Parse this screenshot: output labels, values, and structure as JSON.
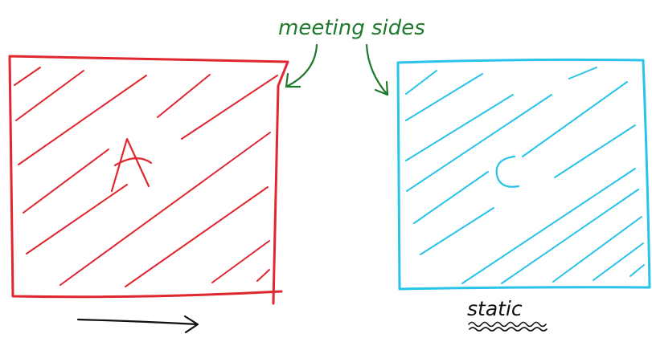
{
  "diagram": {
    "annotation": {
      "text": "meeting sides",
      "color": "#1f7a2e"
    },
    "box_a": {
      "label": "A",
      "color": "#e0262f"
    },
    "box_c": {
      "label": "C",
      "color": "#29c3ea"
    },
    "motion_arrow": {
      "color": "#111111",
      "direction": "right"
    },
    "static_label": {
      "text": "static",
      "color": "#111111"
    }
  }
}
